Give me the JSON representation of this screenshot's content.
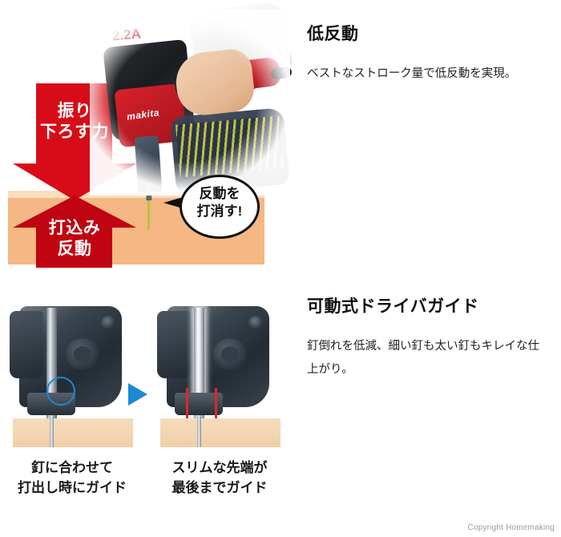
{
  "sections": [
    {
      "heading": "低反動",
      "body": "ベストなストローク量で低反動を実現。"
    },
    {
      "heading": "可動式ドライバガイド",
      "body": "釘倒れを低減、細い釘も太い釘もキレイな仕上がり。"
    }
  ],
  "recoil_diagram": {
    "down_arrow_label": "振り\n下ろす力",
    "down_arrow_line1": "振り",
    "down_arrow_line2": "下ろす力",
    "up_arrow_line1": "打込み",
    "up_arrow_line2": "反動",
    "bubble_line1": "反動を",
    "bubble_line2": "打消す!",
    "tool_brand": "makita",
    "magazine_label": "2.2A",
    "colors": {
      "arrow_down_red": "#d80c18",
      "arrow_up_red": "#c00411",
      "wood_top": "#f9ddbc",
      "wood_body": "#f5b784",
      "nail_green": "#b3c73a"
    }
  },
  "guide_figures": {
    "before": {
      "caption_line1": "釘に合わせて",
      "caption_line2": "打出し時にガイド",
      "highlight_color": "#1b8ad0"
    },
    "after": {
      "caption_line1": "スリムな先端が",
      "caption_line2": "最後までガイド",
      "highlight_color": "#e02430"
    },
    "arrow_color": "#1b8ad0"
  },
  "footer": {
    "copyright": "Copyright Homemaking"
  }
}
